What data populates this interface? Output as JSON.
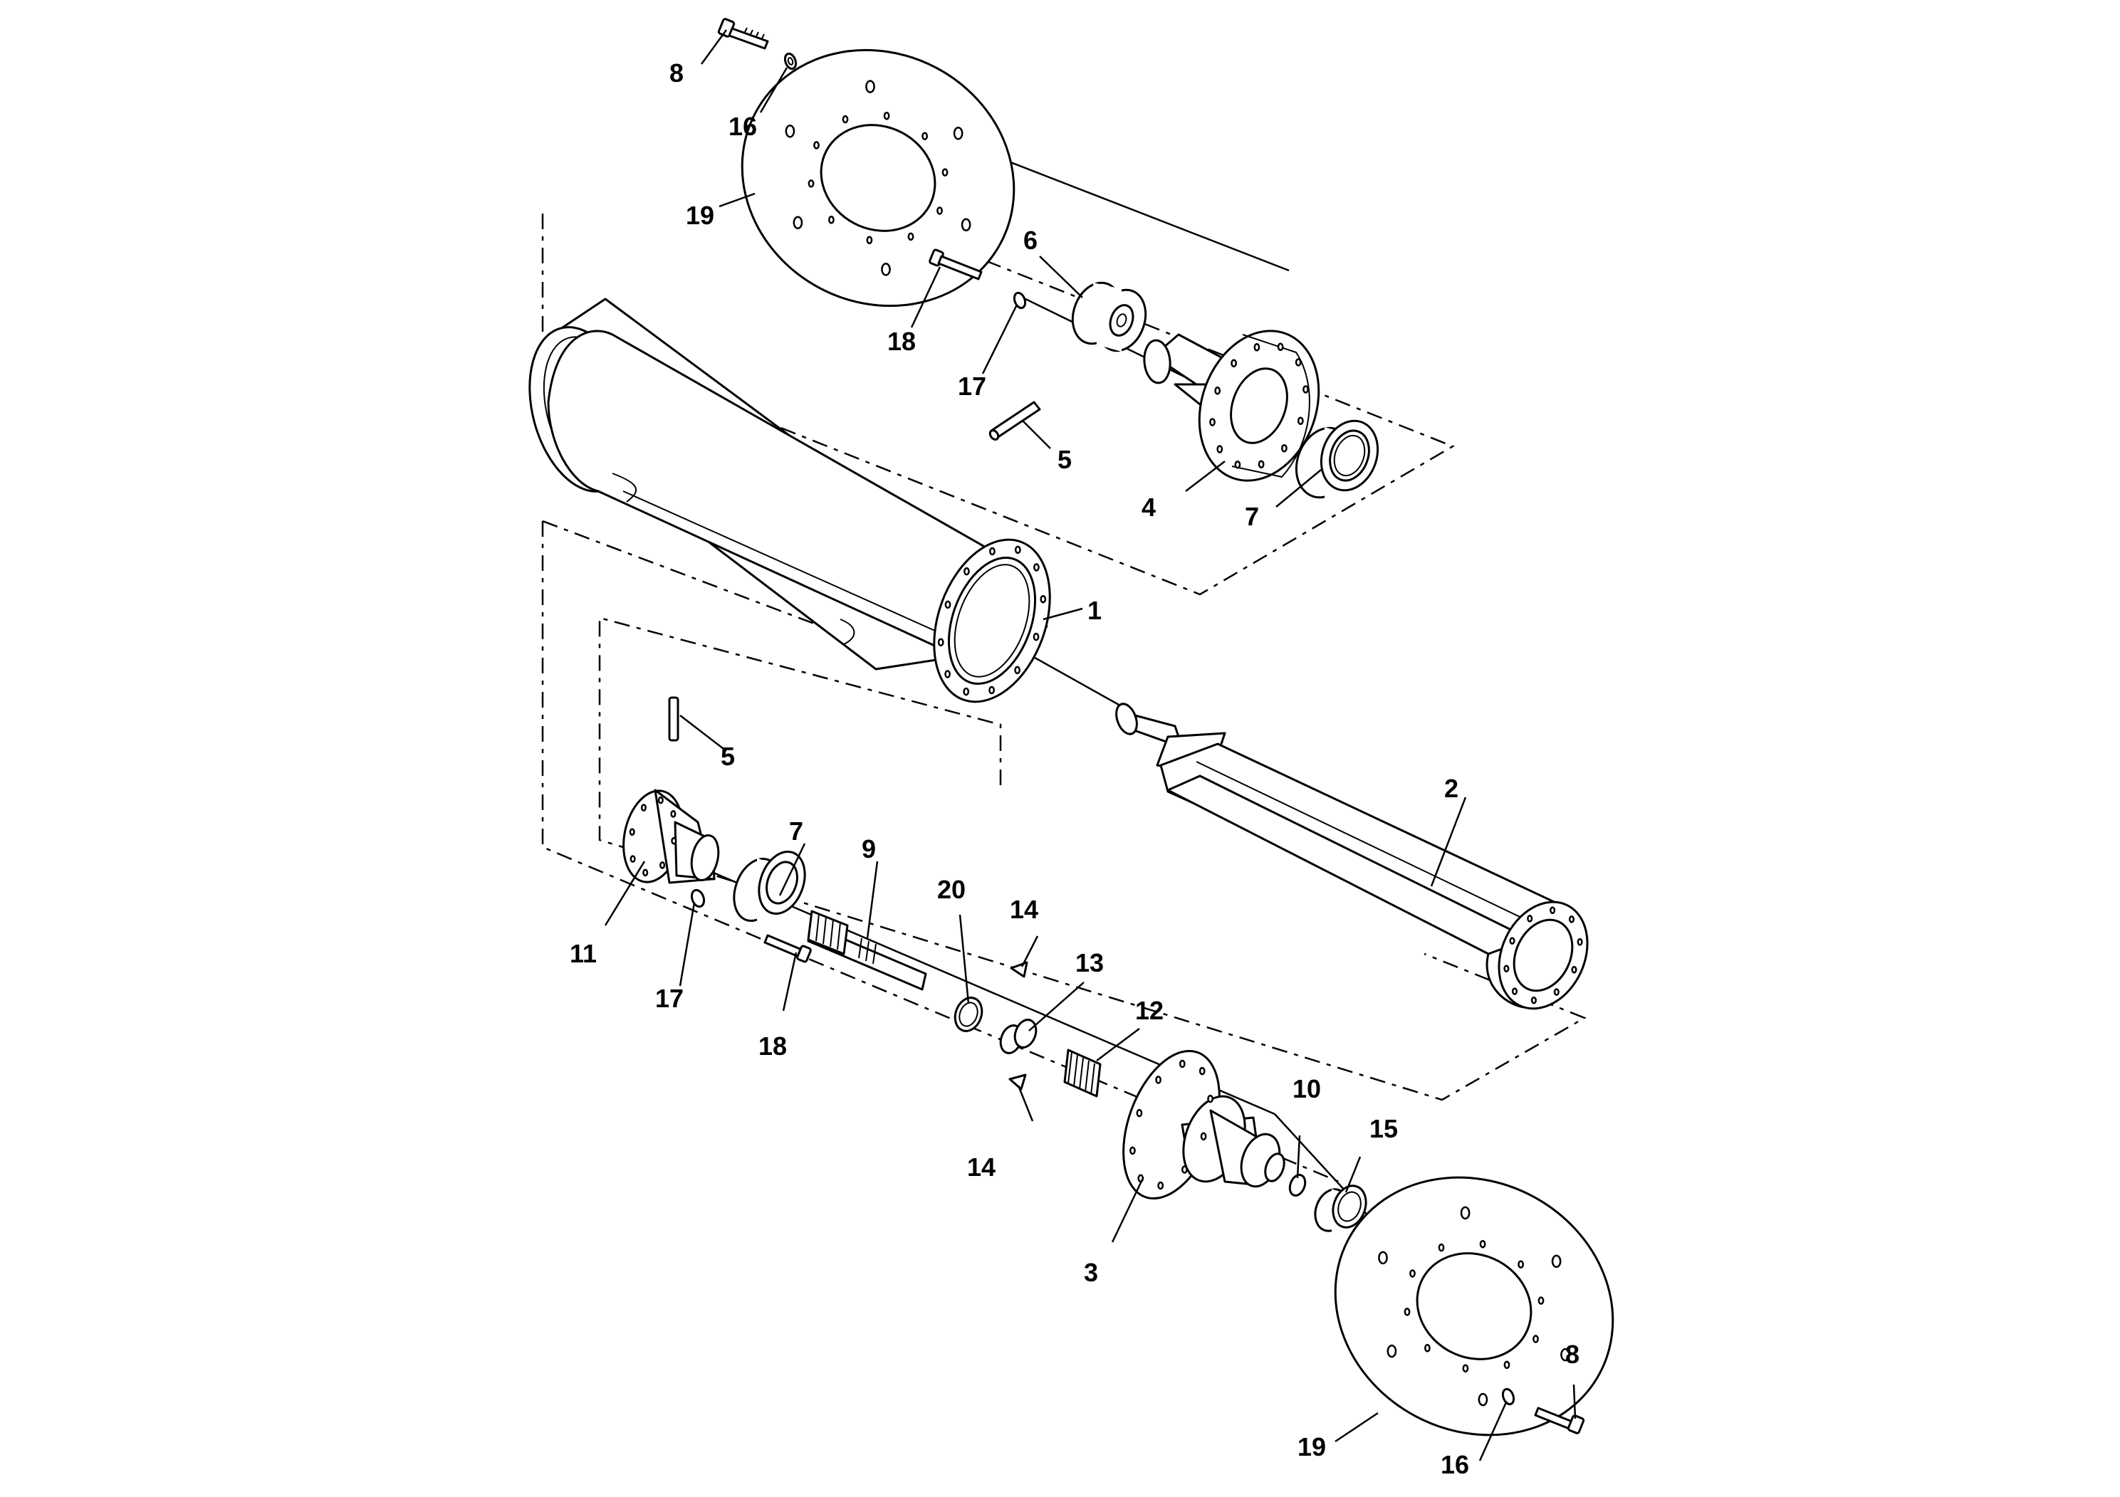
{
  "labels": {
    "p1": "1",
    "p2": "2",
    "p3": "3",
    "p4": "4",
    "p5_upper": "5",
    "p5_lower": "5",
    "p6": "6",
    "p7_upper": "7",
    "p7_lower": "7",
    "p8_upper": "8",
    "p8_lower": "8",
    "p9": "9",
    "p10": "10",
    "p11": "11",
    "p12": "12",
    "p13": "13",
    "p14_upper": "14",
    "p14_lower": "14",
    "p15": "15",
    "p16_upper": "16",
    "p16_lower": "16",
    "p17_upper": "17",
    "p17_lower": "17",
    "p18_upper": "18",
    "p18_lower": "18",
    "p19_upper": "19",
    "p19_lower": "19",
    "p20": "20"
  }
}
